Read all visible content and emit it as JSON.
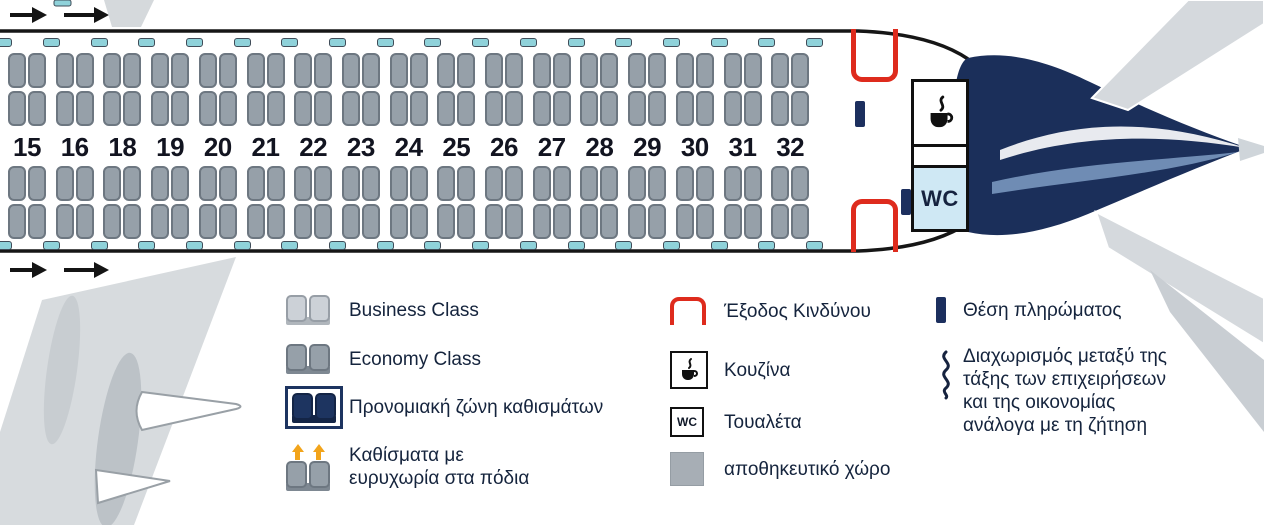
{
  "seatmap": {
    "rows": [
      "15",
      "16",
      "18",
      "19",
      "20",
      "21",
      "22",
      "23",
      "24",
      "25",
      "26",
      "27",
      "28",
      "29",
      "30",
      "31",
      "32"
    ],
    "wc_label": "WC"
  },
  "legend": {
    "business": {
      "label": "Business Class"
    },
    "economy": {
      "label": "Economy Class"
    },
    "premium": {
      "label": "Προνομιακή ζώνη καθισμάτων"
    },
    "legroom": {
      "label": "Καθίσματα με ευρυχωρία στα πόδια"
    },
    "exit": {
      "label": "Έξοδος Κινδύνου"
    },
    "galley": {
      "label": "Κουζίνα"
    },
    "toilet": {
      "label": "Τουαλέτα",
      "icon_label": "WC"
    },
    "storage": {
      "label": "αποθηκευτικό χώρο"
    },
    "crew": {
      "label": "Θέση πληρώματος"
    },
    "divider": {
      "label": "Διαχωρισμός μεταξύ της τάξης των επιχειρήσεων και της οικονομίας ανάλογα με τη ζήτηση"
    }
  },
  "colors": {
    "seat_economy": "#96a0a9",
    "seat_business": "#ccd1d7",
    "seat_premium": "#1d3460",
    "exit_red": "#de2b1d",
    "crew_navy": "#1c2f5e",
    "window_teal": "#8fd2da",
    "wc_blue": "#cfe8f4",
    "legroom_orange": "#f2a41b",
    "tail_navy": "#1b2f5a",
    "text_navy": "#15243d"
  }
}
